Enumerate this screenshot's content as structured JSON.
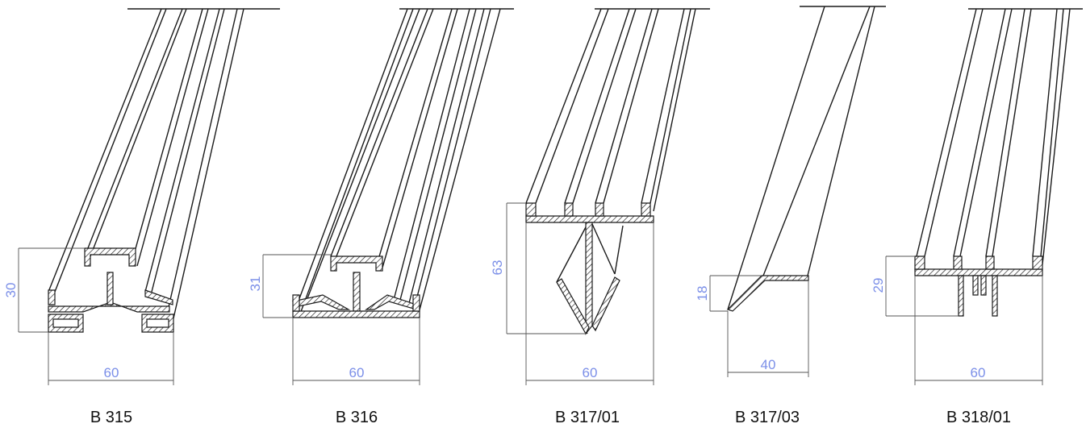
{
  "profiles": [
    {
      "code": "B 315",
      "width_label": "60",
      "height_label": "30"
    },
    {
      "code": "B 316",
      "width_label": "60",
      "height_label": "31"
    },
    {
      "code": "B 317/01",
      "width_label": "60",
      "height_label": "63"
    },
    {
      "code": "B 317/03",
      "width_label": "40",
      "height_label": "18"
    },
    {
      "code": "B 318/01",
      "width_label": "60",
      "height_label": "29"
    }
  ],
  "colors": {
    "line": "#1a1a1a",
    "dimension_text": "#7b8fe8"
  }
}
